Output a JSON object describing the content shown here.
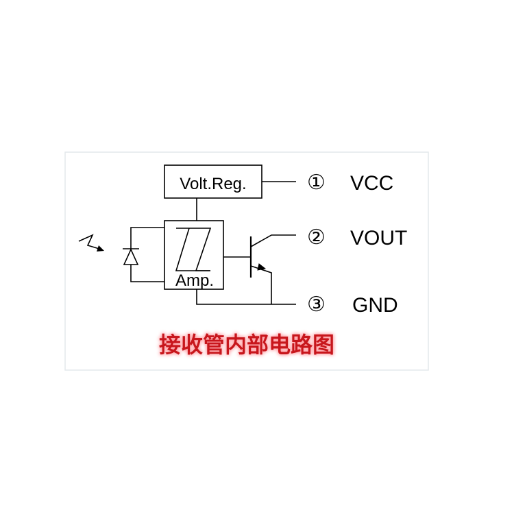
{
  "blocks": {
    "regulator": "Volt.Reg.",
    "amplifier": "Amp."
  },
  "pins": [
    {
      "number": "①",
      "name": "VCC"
    },
    {
      "number": "②",
      "name": "VOUT"
    },
    {
      "number": "③",
      "name": "GND"
    }
  ],
  "caption": "接收管内部电路图",
  "colors": {
    "line": "#000000",
    "caption": "#c8141c",
    "caption_glow": "#ff9aa0",
    "frame": "#e4e8ec"
  }
}
